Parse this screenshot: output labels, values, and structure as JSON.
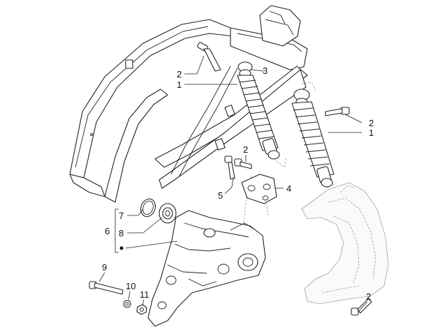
{
  "diagram": {
    "callouts": [
      {
        "id": "c-2-top",
        "text": "2"
      },
      {
        "id": "c-1-left",
        "text": "1"
      },
      {
        "id": "c-3",
        "text": "3"
      },
      {
        "id": "c-2-right",
        "text": "2"
      },
      {
        "id": "c-1-right",
        "text": "1"
      },
      {
        "id": "c-2-mid",
        "text": "2"
      },
      {
        "id": "c-5",
        "text": "5"
      },
      {
        "id": "c-4",
        "text": "4"
      },
      {
        "id": "c-7",
        "text": "7"
      },
      {
        "id": "c-6",
        "text": "6"
      },
      {
        "id": "c-8",
        "text": "8"
      },
      {
        "id": "c-9",
        "text": "9"
      },
      {
        "id": "c-10",
        "text": "10"
      },
      {
        "id": "c-11",
        "text": "11"
      },
      {
        "id": "c-2-bottom",
        "text": "2"
      }
    ]
  }
}
